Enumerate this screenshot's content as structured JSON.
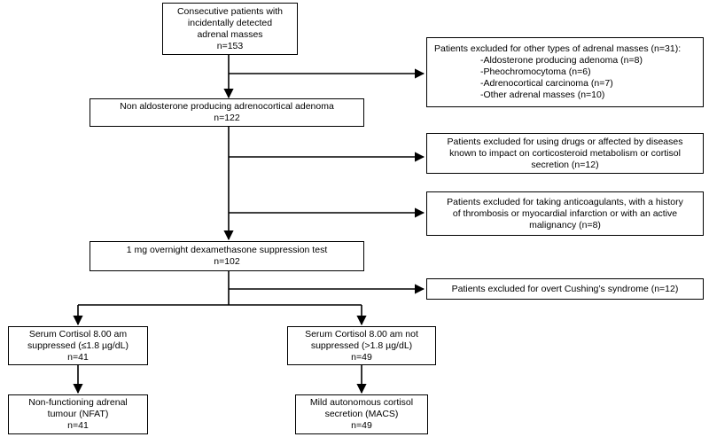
{
  "boxes": {
    "start": {
      "lines": [
        "Consecutive patients with",
        "incidentally detected",
        "adrenal masses",
        "n=153"
      ]
    },
    "excl_other_masses": {
      "title": "Patients excluded for other types of adrenal masses (n=31):",
      "items": [
        "-Aldosterone producing adenoma (n=8)",
        "-Pheochromocytoma (n=6)",
        "-Adrenocortical carcinoma (n=7)",
        "-Other adrenal masses (n=10)"
      ]
    },
    "non_aldo": {
      "lines": [
        "Non aldosterone producing adrenocortical adenoma",
        "n=122"
      ]
    },
    "excl_drugs": {
      "lines": [
        "Patients excluded for using drugs or affected by diseases",
        "known to impact on corticosteroid metabolism or cortisol",
        "secretion (n=12)"
      ]
    },
    "excl_anticoag": {
      "lines": [
        "Patients excluded for taking anticoagulants, with a history",
        "of thrombosis or myocardial infarction or with an active",
        "malignancy (n=8)"
      ]
    },
    "dst": {
      "lines": [
        "1 mg overnight dexamethasone suppression test",
        "n=102"
      ]
    },
    "excl_cushing": {
      "lines": [
        "Patients excluded for overt Cushing’s syndrome (n=12)"
      ]
    },
    "suppressed": {
      "lines": [
        "Serum Cortisol 8.00 am",
        "suppressed (≤1.8 µg/dL)",
        "n=41"
      ]
    },
    "not_suppressed": {
      "lines": [
        "Serum Cortisol 8.00 am not",
        "suppressed (>1.8 µg/dL)",
        "n=49"
      ]
    },
    "nfat": {
      "lines": [
        "Non-functioning adrenal",
        "tumour (NFAT)",
        "n=41"
      ]
    },
    "macs": {
      "lines": [
        "Mild autonomous cortisol",
        "secretion (MACS)",
        "n=49"
      ]
    }
  },
  "colors": {
    "line": "#000000",
    "box_border": "#000000",
    "background": "#ffffff"
  }
}
